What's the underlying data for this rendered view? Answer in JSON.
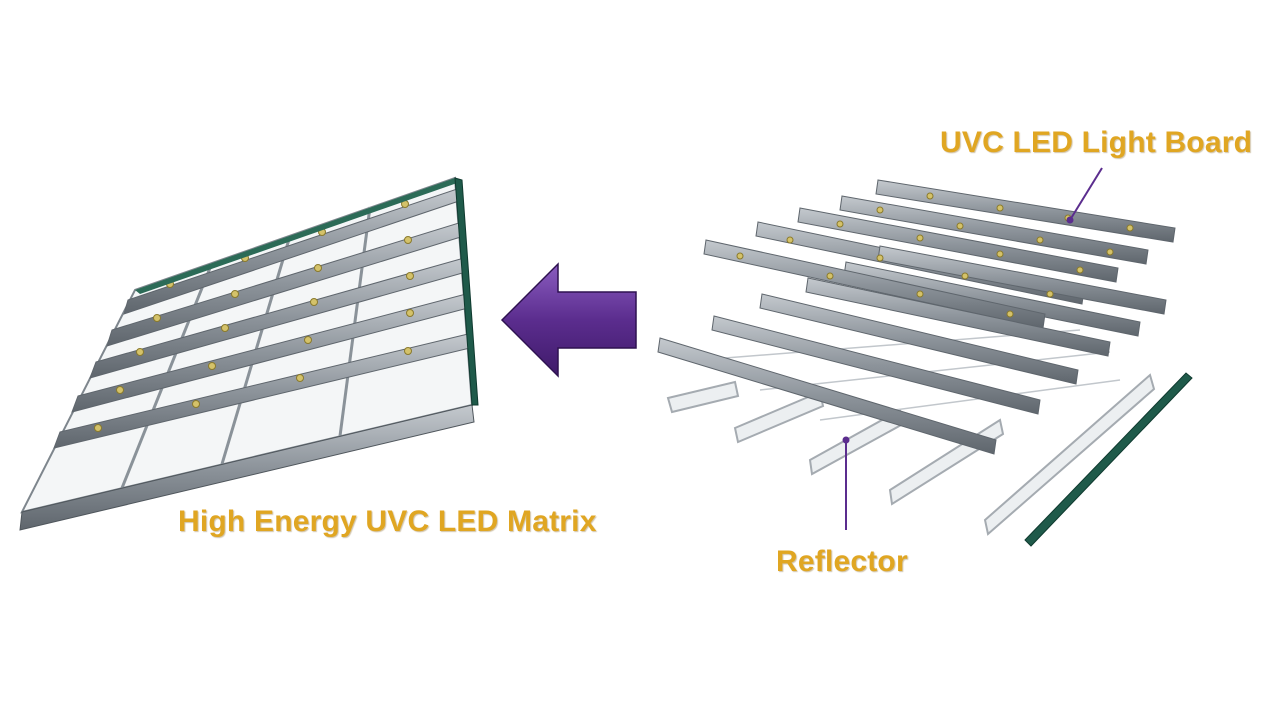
{
  "labels": {
    "light_board": "UVC LED Light Board",
    "matrix": "High Energy UVC LED Matrix",
    "reflector": "Reflector"
  },
  "colors": {
    "label": "#e0a622",
    "arrow": "#5b2d8e",
    "leader": "#5b2d8e",
    "board": "#8e959d",
    "board_edge": "#1f5a4a",
    "led": "#d4c26a"
  },
  "icons": {
    "assembly_arrow": "left-arrow-icon"
  }
}
